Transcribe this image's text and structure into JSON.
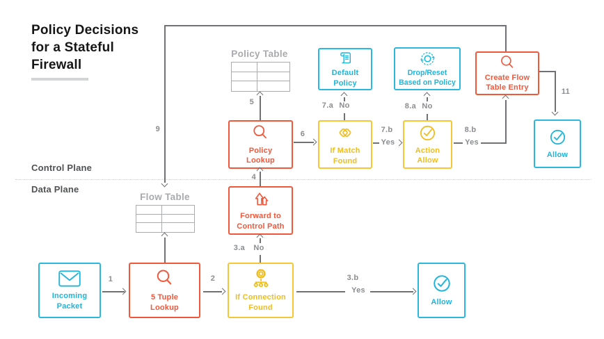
{
  "title": {
    "line1": "Policy Decisions",
    "line2": "for a Stateful",
    "line3": "Firewall"
  },
  "planes": {
    "control": "Control Plane",
    "data": "Data Plane"
  },
  "tables": {
    "policy": {
      "label": "Policy Table"
    },
    "flow": {
      "label": "Flow Table"
    }
  },
  "colors": {
    "cyan": "#2ab9dd",
    "orange": "#f1573a",
    "yellow": "#f5c636",
    "table_gray": "#a9abae",
    "line_gray": "#6f7174"
  },
  "nodes": [
    {
      "id": "incoming-packet",
      "line1": "Incoming",
      "line2": "Packet",
      "icon": "envelope-icon",
      "color": "cyan"
    },
    {
      "id": "five-tuple-lookup",
      "line1": "5 Tuple",
      "line2": "Lookup",
      "icon": "magnifier-icon",
      "color": "orange"
    },
    {
      "id": "if-connection-found",
      "line1": "If Connection",
      "line2": "Found",
      "icon": "gear-network-icon",
      "color": "yellow"
    },
    {
      "id": "allow-data-plane",
      "line1": "Allow",
      "line2": "",
      "icon": "check-circle-icon",
      "color": "cyan"
    },
    {
      "id": "forward-to-control-path",
      "line1": "Forward to",
      "line2": "Control Path",
      "icon": "forward-arrows-icon",
      "color": "orange"
    },
    {
      "id": "policy-lookup",
      "line1": "Policy",
      "line2": "Lookup",
      "icon": "magnifier-icon",
      "color": "orange"
    },
    {
      "id": "if-match-found",
      "line1": "If Match",
      "line2": "Found",
      "icon": "overlap-diamonds-icon",
      "color": "yellow"
    },
    {
      "id": "action-allow",
      "line1": "Action",
      "line2": "Allow",
      "icon": "check-circle-icon",
      "color": "yellow"
    },
    {
      "id": "allow-control-plane",
      "line1": "Allow",
      "line2": "",
      "icon": "check-circle-icon",
      "color": "cyan"
    },
    {
      "id": "default-policy",
      "line1": "Default",
      "line2": "Policy",
      "icon": "scroll-icon",
      "color": "cyan"
    },
    {
      "id": "drop-reset-based-on-policy",
      "line1": "Drop/Reset",
      "line2": "Based on Policy",
      "icon": "reset-icon",
      "color": "cyan"
    },
    {
      "id": "create-flow-table-entry",
      "line1": "Create Flow",
      "line2": "Table Entry",
      "icon": "magnifier-icon",
      "color": "orange"
    }
  ],
  "edges": {
    "n1": "1",
    "n2": "2",
    "n3a": "3.a",
    "n3a_ans": "No",
    "n3b": "3.b",
    "n3b_ans": "Yes",
    "n4": "4",
    "n5": "5",
    "n6": "6",
    "n7a": "7.a",
    "n7a_ans": "No",
    "n7b": "7.b",
    "n7b_ans": "Yes",
    "n8a": "8.a",
    "n8a_ans": "No",
    "n8b": "8.b",
    "n8b_ans": "Yes",
    "n9": "9",
    "n11": "11"
  }
}
